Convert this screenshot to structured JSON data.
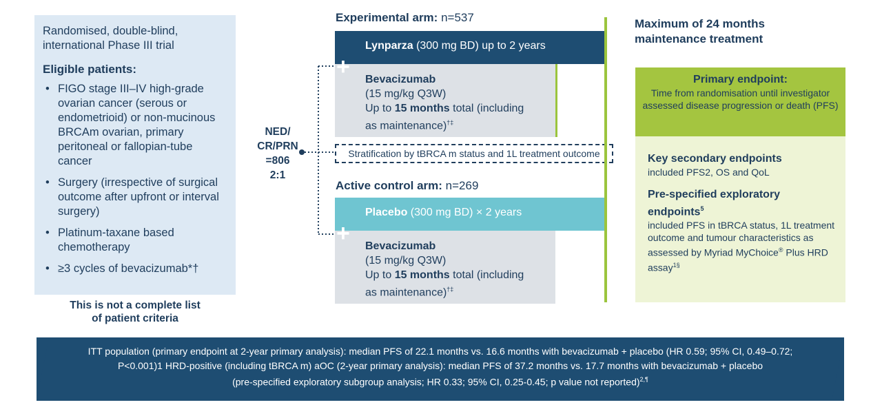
{
  "left_panel": {
    "trial_description": "Randomised, double-blind, international Phase III trial",
    "eligibility_heading": "Eligible patients:",
    "criteria": [
      "FIGO stage III–IV high-grade ovarian cancer (serous or endometrioid) or non-mucinous BRCAm ovarian, primary peritoneal or fallopian-tube cancer",
      "Surgery (irrespective of surgical outcome after upfront or interval surgery)",
      "Platinum-taxane based chemotherapy",
      "≥3 cycles of bevacizumab*†"
    ],
    "footnote_line1": "This is not a complete list",
    "footnote_line2": "of patient criteria"
  },
  "randomisation": {
    "line1": "NED/",
    "line2": "CR/PRN",
    "line3": "=806",
    "line4": "2:1"
  },
  "experimental_arm": {
    "heading_bold": "Experimental arm:",
    "heading_n": " n=537",
    "bar_drug": "Lynparza",
    "bar_rest": " (300 mg BD) up to 2 years",
    "bev_title": "Bevacizumab",
    "bev_dose": "(15 mg/kg Q3W)",
    "bev_upto": "Up to ",
    "bev_months": "15 months",
    "bev_total": " total (including",
    "bev_maint": "as maintenance)",
    "bev_sup": "†‡"
  },
  "stratification": "Stratification by tBRCA m status and 1L treatment outcome",
  "control_arm": {
    "heading_bold": "Active control arm:",
    "heading_n": " n=269",
    "bar_drug": "Placebo",
    "bar_rest": " (300 mg BD) × 2 years",
    "bev_title": "Bevacizumab",
    "bev_dose": "(15 mg/kg Q3W)",
    "bev_upto": "Up to ",
    "bev_months": "15 months",
    "bev_total": " total (including",
    "bev_maint": "as maintenance)",
    "bev_sup": "†‡"
  },
  "plus_symbol": "+",
  "right_panel": {
    "max_heading_line1": "Maximum of 24 months",
    "max_heading_line2": "maintenance treatment",
    "primary_title": "Primary endpoint:",
    "primary_text": "Time from randomisation until investigator assessed disease progression or death (PFS)",
    "secondary_title": "Key secondary endpoints",
    "secondary_text": "included PFS2, OS and QoL",
    "exploratory_title": "Pre-specified exploratory endpoints",
    "exploratory_sup": "5",
    "exploratory_text": "included PFS in tBRCA status, 1L treatment outcome and tumour characteristics as assessed by Myriad MyChoice",
    "exploratory_reg": "®",
    "exploratory_tail": " Plus HRD assay",
    "exploratory_tail_sup": "1§"
  },
  "banner": {
    "line1": "ITT population (primary endpoint at 2-year primary analysis): median PFS of 22.1 months vs. 16.6 months with bevacizumab + placebo (HR 0.59; 95% CI, 0.49–0.72;",
    "line2": "P<0.001)1 HRD-positive (including tBRCA m) aOC (2-year primary analysis): median PFS of 37.2 months vs. 17.7 months with bevacizumab + placebo",
    "line3": "(pre-specified exploratory subgroup analysis; HR 0.33; 95% CI, 0.25-0.45; p value not reported)",
    "line3_sup": "2,¶"
  },
  "colors": {
    "navy": "#1e4d72",
    "teal": "#6fc5d1",
    "green": "#a4c540",
    "light_green": "#eef4d6",
    "light_blue": "#dde9f4",
    "grey": "#dde1e6"
  }
}
